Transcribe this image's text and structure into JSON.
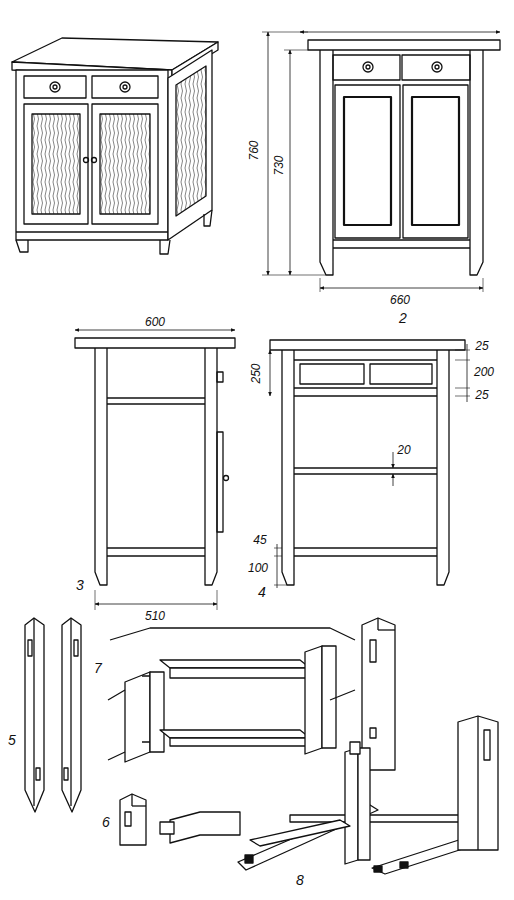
{
  "diagram": {
    "labels": [
      "760",
      "730",
      "660",
      "2",
      "600",
      "510",
      "3",
      "250",
      "25",
      "200",
      "25",
      "20",
      "45",
      "100",
      "4",
      "5",
      "6",
      "7",
      "8"
    ]
  }
}
